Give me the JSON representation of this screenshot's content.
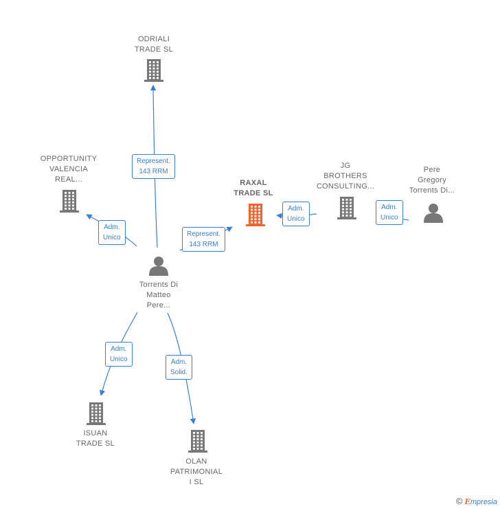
{
  "nodes": [
    {
      "id": "odriali",
      "label": "ODRIALI\nTRADE  SL",
      "type": "company"
    },
    {
      "id": "opportunity",
      "label": "OPPORTUNITY\nVALENCIA\nREAL...",
      "type": "company"
    },
    {
      "id": "raxal",
      "label": "RAXAL\nTRADE  SL",
      "type": "company",
      "focus": true
    },
    {
      "id": "jg",
      "label": "JG\nBROTHERS\nCONSULTING...",
      "type": "company"
    },
    {
      "id": "pere",
      "label": "Pere\nGregory\nTorrents Di...",
      "type": "person"
    },
    {
      "id": "torrents",
      "label": "Torrents Di\nMatteo\nPere...",
      "type": "person"
    },
    {
      "id": "isuan",
      "label": "ISUAN\nTRADE  SL",
      "type": "company"
    },
    {
      "id": "olan",
      "label": "OLAN\nPATRIMONIAL\nI  SL",
      "type": "company"
    }
  ],
  "edges": [
    {
      "id": "e1",
      "from": "torrents",
      "to": "odriali",
      "label": "Represent.\n143 RRM"
    },
    {
      "id": "e2",
      "from": "torrents",
      "to": "opportunity",
      "label": "Adm.\nUnico"
    },
    {
      "id": "e3",
      "from": "torrents",
      "to": "raxal",
      "label": "Represent.\n143 RRM"
    },
    {
      "id": "e4",
      "from": "jg",
      "to": "raxal",
      "label": "Adm.\nUnico"
    },
    {
      "id": "e5",
      "from": "pere",
      "to": "jg",
      "label": "Adm.\nUnico"
    },
    {
      "id": "e6",
      "from": "torrents",
      "to": "isuan",
      "label": "Adm.\nUnico"
    },
    {
      "id": "e7",
      "from": "torrents",
      "to": "olan",
      "label": "Adm.\nSolid."
    }
  ],
  "colors": {
    "edge": "#3a7fd5",
    "icon": "#777777",
    "focus_icon": "#f0652f"
  },
  "watermark": {
    "c": "©",
    "e": "E",
    "rest": "mpresia"
  }
}
